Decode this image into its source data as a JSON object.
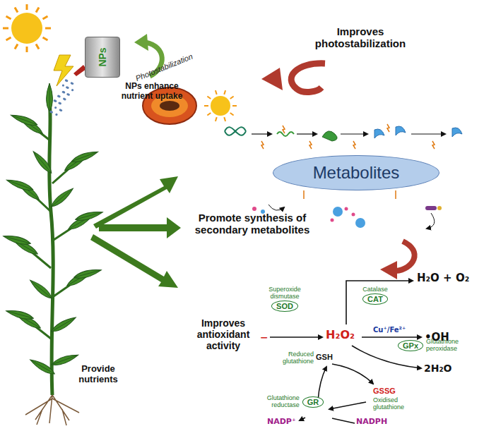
{
  "diagram": {
    "nodes": [
      {
        "text": [
          "NPs"
        ]
      },
      {
        "text": [
          "Metabolites"
        ]
      },
      {
        "text": [
          "Superoxide dismutase",
          "SOD"
        ]
      },
      {
        "text": [
          "Catalase",
          "CAT"
        ]
      },
      {
        "text": [
          "GPx",
          "Glutathione peroxidase"
        ]
      },
      {
        "text": [
          "GR",
          "Glutathione reductase"
        ]
      }
    ],
    "labels": [
      "NPs enhance nutrient uptake",
      "Improves photostabilization",
      "Photostabilization",
      "Promote synthesis of secondary metabolites",
      "Improves antioxidant activity",
      "Provide nutrients",
      "−",
      "H₂O₂",
      "H₂O + O₂",
      "Cu⁺/Fe²⁺",
      "•OH",
      "2H₂O",
      "GSH",
      "Reduced glutathione",
      "GSSG",
      "Oxidised glutathione",
      "NADP⁺",
      "NADPH"
    ]
  }
}
